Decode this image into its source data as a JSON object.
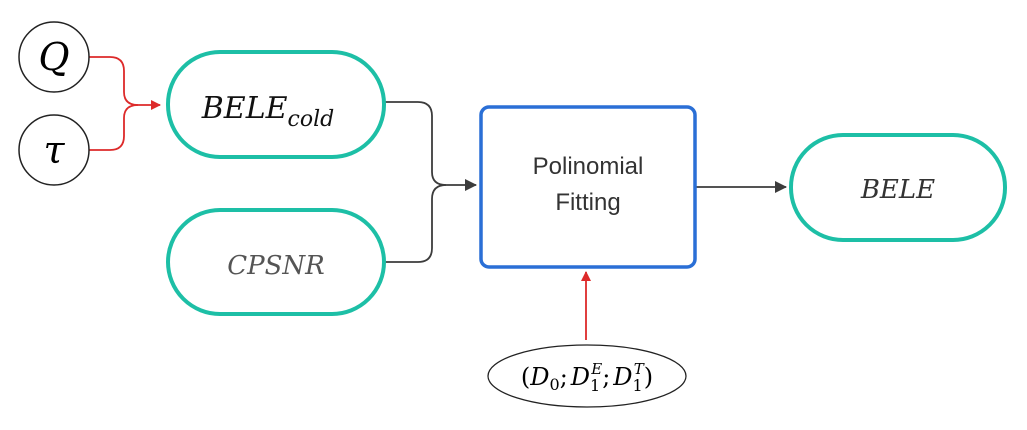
{
  "diagram": {
    "inputs": {
      "q": {
        "label": "Q"
      },
      "tau": {
        "label": "τ"
      }
    },
    "nodes": {
      "bele_cold": {
        "base": "BELE",
        "subscript": "cold"
      },
      "cpsnr": {
        "label": "CPSNR"
      },
      "fitting": {
        "line1": "Polinomial",
        "line2": "Fitting"
      },
      "bele": {
        "label": "BELE"
      },
      "params": {
        "open": "(",
        "d0": "D",
        "d0_sub": "0",
        "sep1": ";",
        "d1e": "D",
        "d1e_sub": "1",
        "d1e_sup": "E",
        "sep2": ";",
        "d1t": "D",
        "d1t_sub": "1",
        "d1t_sup": "T",
        "close": ")"
      }
    },
    "colors": {
      "teal": "#1dbfa6",
      "blue": "#2a6fd6",
      "red": "#dd2a2a",
      "dark_connector": "#3c3c3c",
      "text_dark": "#333333",
      "text_gray": "#555555"
    }
  }
}
